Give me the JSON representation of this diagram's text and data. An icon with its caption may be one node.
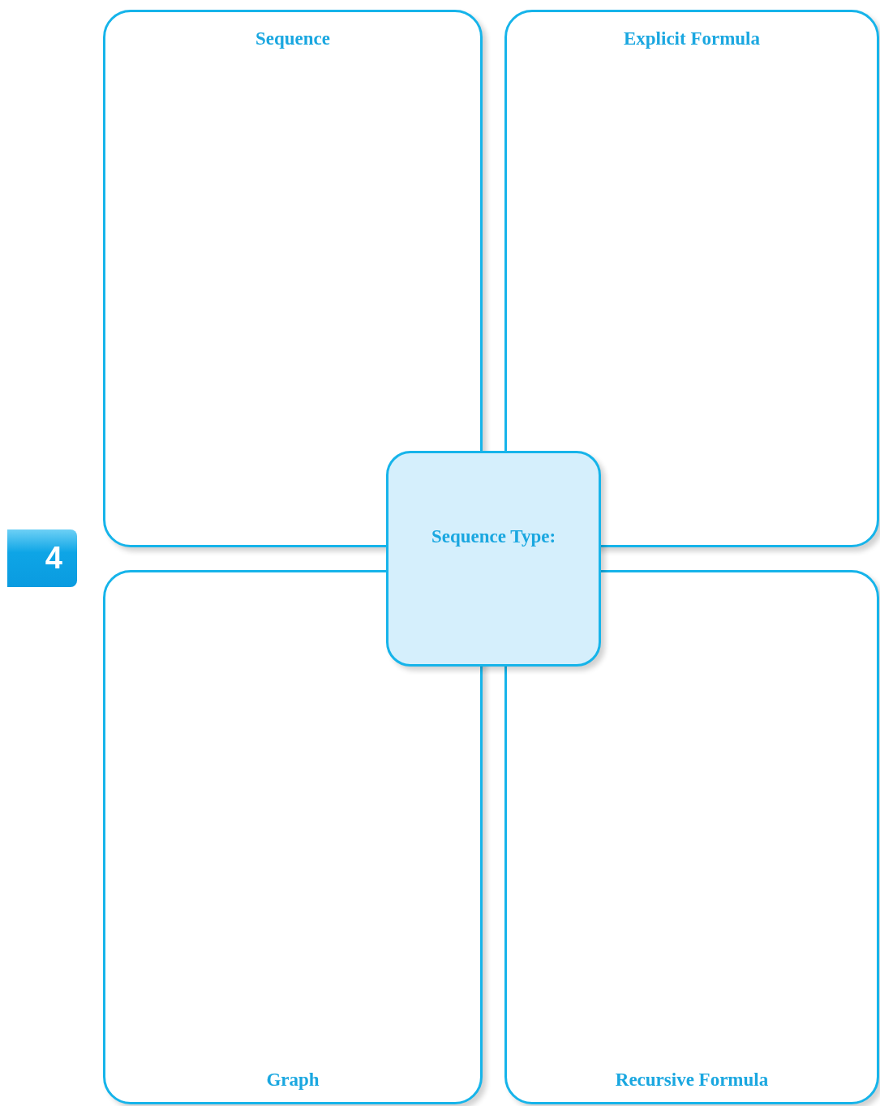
{
  "diagram": {
    "nodes": [
      {
        "text": [
          "Sequence"
        ]
      },
      {
        "text": [
          "Explicit Formula"
        ]
      },
      {
        "text": [
          "Sequence Type:"
        ]
      },
      {
        "text": [
          "Graph"
        ]
      },
      {
        "text": [
          "Recursive Formula"
        ]
      }
    ],
    "labels": [
      "4"
    ]
  }
}
